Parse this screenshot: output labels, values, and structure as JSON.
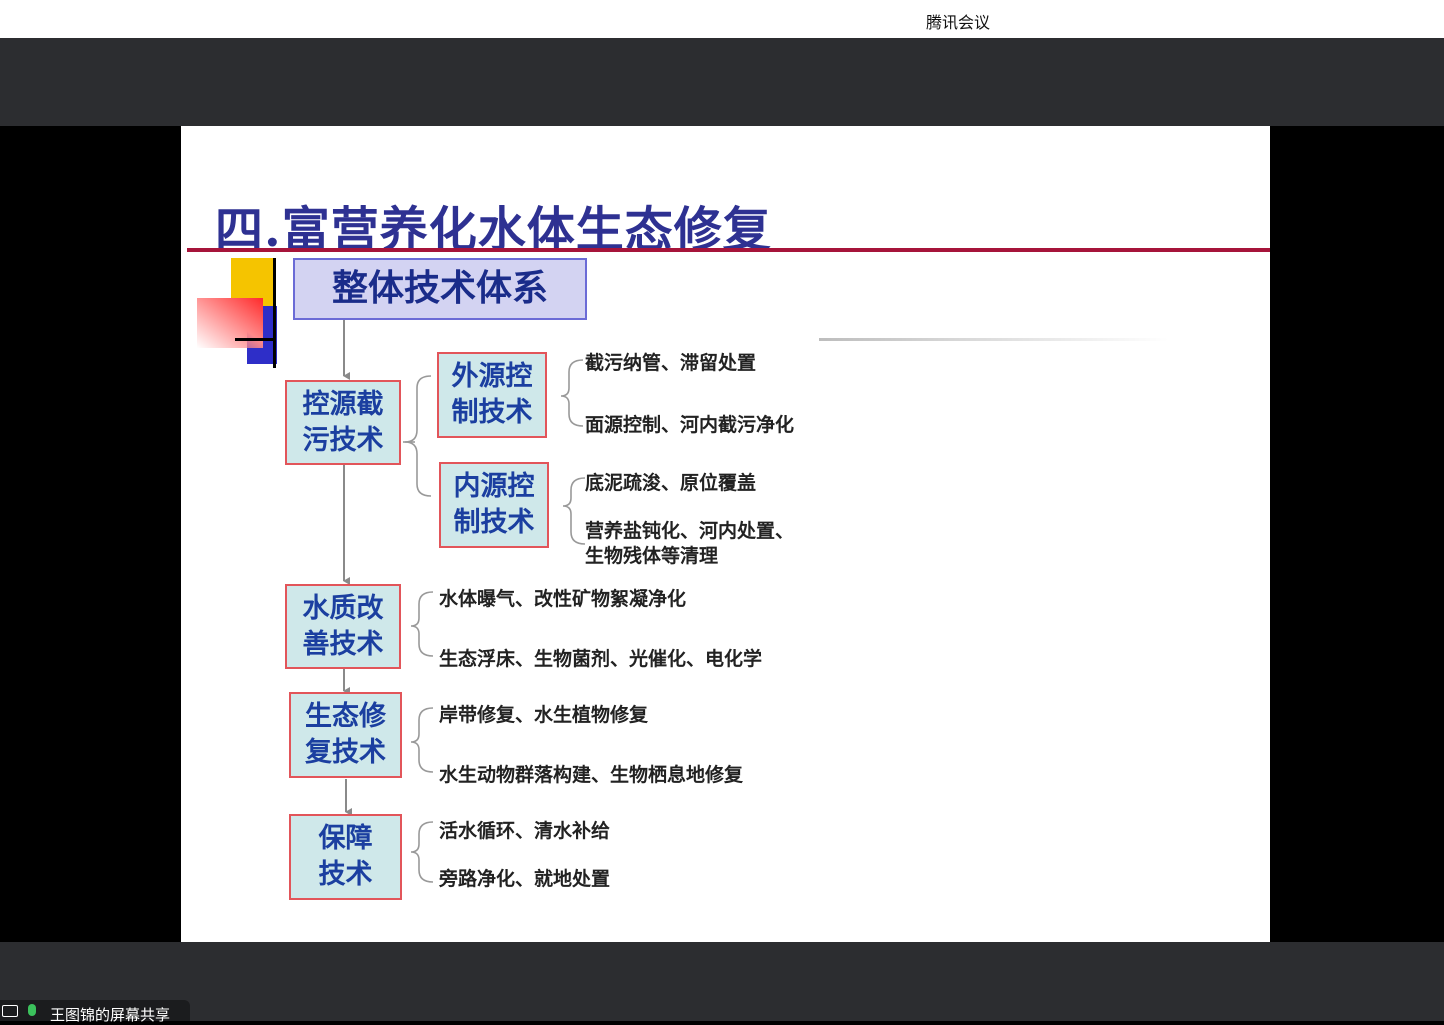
{
  "window": {
    "app_title": "腾讯会议"
  },
  "share": {
    "label": "王图锦的屏幕共享"
  },
  "slide": {
    "title": "四.富营养化水体生态修复",
    "root": "整体技术体系",
    "categories": [
      {
        "label_line1": "控源截",
        "label_line2": "污技术",
        "subgroups": [
          {
            "label_line1": "外源控",
            "label_line2": "制技术",
            "items": [
              "截污纳管、滞留处置",
              "面源控制、河内截污净化"
            ]
          },
          {
            "label_line1": "内源控",
            "label_line2": "制技术",
            "items": [
              "底泥疏浚、原位覆盖",
              "营养盐钝化、河内处置、",
              "生物残体等清理"
            ]
          }
        ]
      },
      {
        "label_line1": "水质改",
        "label_line2": "善技术",
        "items": [
          "水体曝气、改性矿物絮凝净化",
          "生态浮床、生物菌剂、光催化、电化学"
        ]
      },
      {
        "label_line1": "生态修",
        "label_line2": "复技术",
        "items": [
          "岸带修复、水生植物修复",
          "水生动物群落构建、生物栖息地修复"
        ]
      },
      {
        "label_line1": "保障",
        "label_line2": "技术",
        "items": [
          "活水循环、清水补给",
          "旁路净化、就地处置"
        ]
      }
    ]
  },
  "colors": {
    "title": "#2e3192",
    "rule": "#a6143a",
    "box_fill": "#cfe8ea",
    "box_border": "#e2555a",
    "box_text": "#1b3fa0"
  }
}
